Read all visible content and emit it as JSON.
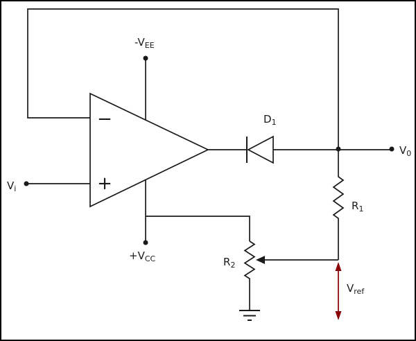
{
  "labels": {
    "neg_supply": {
      "main": "-V",
      "sub": "EE"
    },
    "input": {
      "main": "V",
      "sub": "i"
    },
    "pos_supply": {
      "main": "+V",
      "sub": "CC"
    },
    "diode": {
      "main": "D",
      "sub": "1"
    },
    "output": {
      "main": "V",
      "sub": "0"
    },
    "r1": {
      "main": "R",
      "sub": "1"
    },
    "r2": {
      "main": "R",
      "sub": "2"
    },
    "vref": {
      "main": "V",
      "sub": "ref"
    }
  },
  "opamp": {
    "inverting_symbol": "−",
    "noninverting_symbol": "+"
  },
  "colors": {
    "wire": "#1a1a1a",
    "vref_arrow": "#8b0000",
    "background": "#ffffff",
    "border": "#000000"
  }
}
